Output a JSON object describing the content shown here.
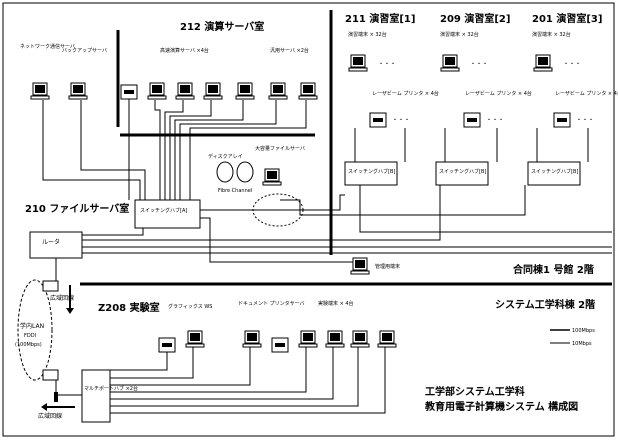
{
  "rooms": {
    "r212": "212 演算サーバ室",
    "r211": "211 演習室[1]",
    "r209": "209 演習室[2]",
    "r201": "201 演習室[3]",
    "r210": "210 ファイルサーバ室",
    "z208": "Z208 実験室"
  },
  "buildings": {
    "godo": "合同棟1 号館 2階",
    "sys": "システム工学科棟 2階"
  },
  "servers": {
    "network": "ネットワーク通信サーバ",
    "backup": "バックアップサーバ",
    "fast": "高速演算サーバ ×4台",
    "general": "汎用サーバ ×2台",
    "disk": "ディスクアレイ",
    "bigfile": "大容量ファイルサーバ",
    "fibre": "Fibre Channel",
    "graphics": "グラフィックス WS",
    "docprint": "ドキュメント プリンタサーバ",
    "exp_term": "実験端末 × 4台",
    "kanri": "管理用端末"
  },
  "labs": {
    "terminals": "演習端末 × 32台",
    "printers": "レーザビーム プリンタ × 4台",
    "ellipsis": "・・・"
  },
  "network": {
    "switch_a": "スイッチングハブ[A]",
    "switch_b": "スイッチングハブ[B]",
    "router": "ルータ",
    "lan": "学内LAN",
    "fddi": "FDDI",
    "speed": "(100Mbps)",
    "wan": "広域回線",
    "multiport": "マルチポートハブ ×2台"
  },
  "legend": {
    "fast": "100Mbps",
    "slow": "10Mbps"
  },
  "title": {
    "line1": "工学部システム工学科",
    "line2": "教育用電子計算機システム 構成図"
  }
}
